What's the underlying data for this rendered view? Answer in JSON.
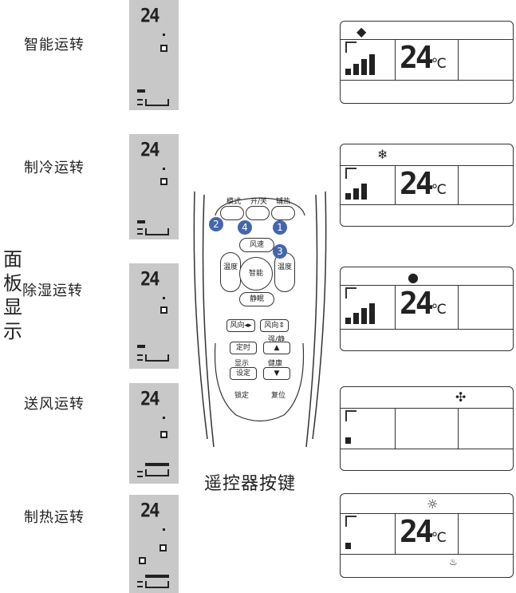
{
  "side_title": "面板显示",
  "caption": "遥控器按键",
  "modes": [
    {
      "label": "智能运转",
      "temp": "24"
    },
    {
      "label": "制冷运转",
      "temp": "24"
    },
    {
      "label": "除湿运转",
      "temp": "24"
    },
    {
      "label": "送风运转",
      "temp": "24"
    },
    {
      "label": "制热运转",
      "temp": "24"
    }
  ],
  "panels": [
    {
      "temp": "24",
      "unit": "℃",
      "icon": "smart-icon",
      "signal_bars": 4
    },
    {
      "temp": "24",
      "unit": "℃",
      "icon": "snowflake-icon",
      "signal_bars": 3
    },
    {
      "temp": "24",
      "unit": "℃",
      "icon": "droplet-icon",
      "signal_bars": 4
    },
    {
      "temp": "",
      "unit": "",
      "icon": "fan-icon",
      "signal_bars": 1
    },
    {
      "temp": "24",
      "unit": "℃",
      "icon": "sun-icon",
      "signal_bars": 1
    }
  ],
  "remote": {
    "mode": "模式",
    "power": "开/关",
    "aux_heat": "辅热",
    "fan_speed": "风速",
    "temp_label": "温度",
    "smart": "智能",
    "quiet": "静眠",
    "swing_lr": "风向◂▸",
    "swing_ud": "风向⇕",
    "timer": "定时",
    "strong": "强/静",
    "display": "显示",
    "health": "健康",
    "set": "设定",
    "lock": "锁定",
    "reset": "复位",
    "steps": [
      "1",
      "2",
      "3",
      "4"
    ]
  },
  "colors": {
    "accent": "#4466aa",
    "lcd": "#c8c8c8"
  }
}
